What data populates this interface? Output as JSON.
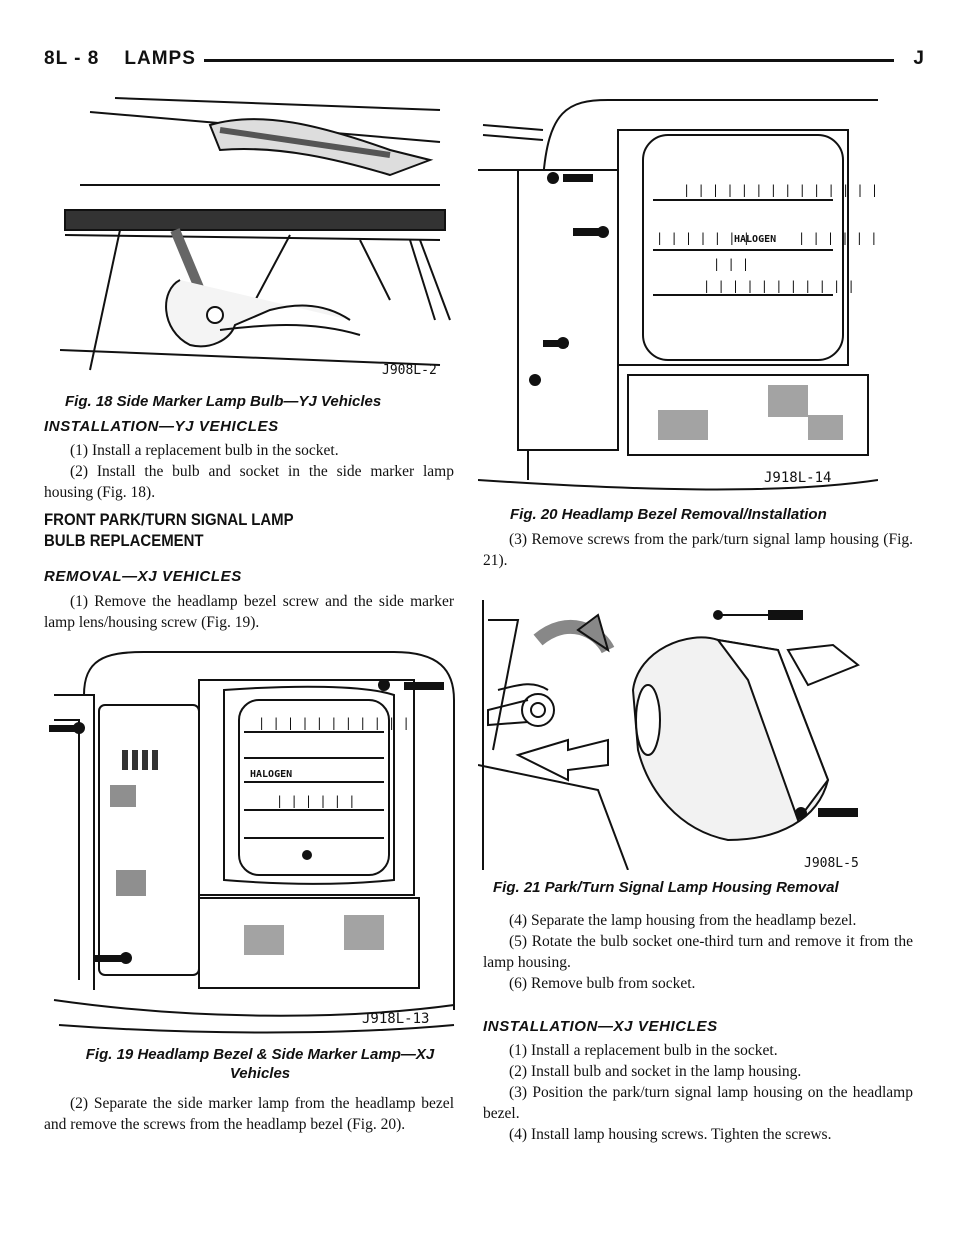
{
  "header": {
    "left": "8L - 8    LAMPS",
    "right": "J"
  },
  "fig18": {
    "caption": "Fig. 18 Side Marker Lamp Bulb—YJ Vehicles",
    "label": "J908L-2"
  },
  "install_yj": {
    "heading": "INSTALLATION—YJ VEHICLES",
    "steps": [
      "(1) Install a replacement bulb in the socket.",
      "(2) Install the bulb and socket in the side marker lamp housing (Fig. 18)."
    ]
  },
  "section": {
    "title": "FRONT PARK/TURN SIGNAL LAMP BULB REPLACEMENT"
  },
  "removal_xj": {
    "heading": "REMOVAL—XJ VEHICLES",
    "step1": "(1) Remove the headlamp bezel screw and the side marker lamp lens/housing screw (Fig. 19)."
  },
  "fig19": {
    "caption": "Fig. 19 Headlamp Bezel & Side Marker Lamp—XJ Vehicles",
    "label": "J918L-13",
    "halogen": "HALOGEN"
  },
  "step2": "(2) Separate the side marker lamp from the headlamp bezel and remove the screws from the headlamp bezel (Fig. 20).",
  "fig20": {
    "caption": "Fig. 20 Headlamp Bezel Removal/Installation",
    "label": "J918L-14",
    "halogen": "HALOGEN"
  },
  "step3": "(3) Remove screws from the park/turn signal lamp housing (Fig. 21).",
  "fig21": {
    "caption": "Fig. 21 Park/Turn Signal Lamp Housing Removal",
    "label": "J908L-5"
  },
  "removal_steps_cont": [
    "(4) Separate the lamp housing from the headlamp bezel.",
    "(5) Rotate the bulb socket one-third turn and remove it from the lamp housing.",
    "(6) Remove bulb from socket."
  ],
  "install_xj": {
    "heading": "INSTALLATION—XJ VEHICLES",
    "steps": [
      "(1) Install a replacement bulb in the socket.",
      "(2) Install bulb and socket in the lamp housing.",
      "(3) Position the park/turn signal lamp housing on the headlamp bezel.",
      "(4) Install lamp housing screws. Tighten the screws."
    ]
  }
}
